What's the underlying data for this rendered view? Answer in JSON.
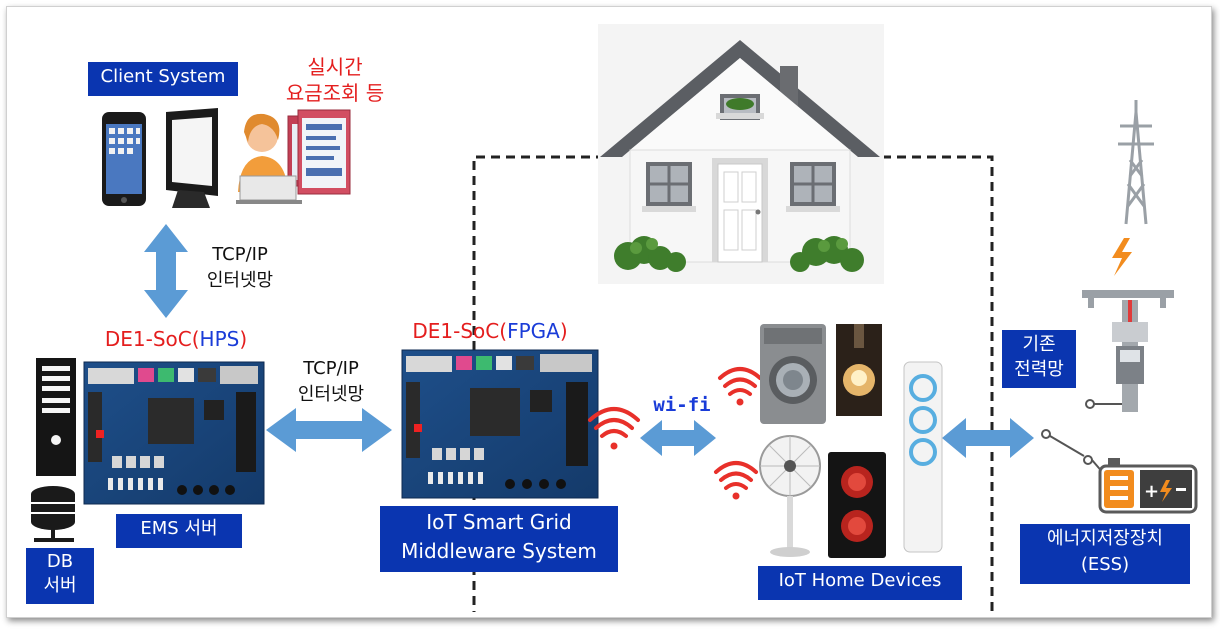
{
  "client": {
    "box_label": "Client System",
    "note_line1": "실시간",
    "note_line2": "요금조회 등"
  },
  "links": {
    "vertical_line1": "TCP/IP",
    "vertical_line2": "인터넷망",
    "horizontal_line1": "TCP/IP",
    "horizontal_line2": "인터넷망",
    "wifi": "wi-fi"
  },
  "hps": {
    "title_red": "DE1-SoC(",
    "title_blue": "HPS",
    "title_end": ")",
    "server_label": "EMS 서버",
    "db_line1": "DB",
    "db_line2": "서버"
  },
  "fpga": {
    "title_red": "DE1-SoC(",
    "title_blue": "FPGA",
    "title_end": ")",
    "label_line1": "IoT Smart Grid",
    "label_line2": "Middleware System"
  },
  "home": {
    "devices_label": "IoT Home Devices"
  },
  "grid": {
    "label_line1": "기존",
    "label_line2": "전력망",
    "ess_line1": "에너지저장장치",
    "ess_line2": "(ESS)"
  },
  "colors": {
    "label_bg": "#0a35b0",
    "arrow": "#5b9bd5",
    "red_text": "#e41e1e",
    "blue_text": "#1a3cd8",
    "wifi": "#e8302a"
  }
}
